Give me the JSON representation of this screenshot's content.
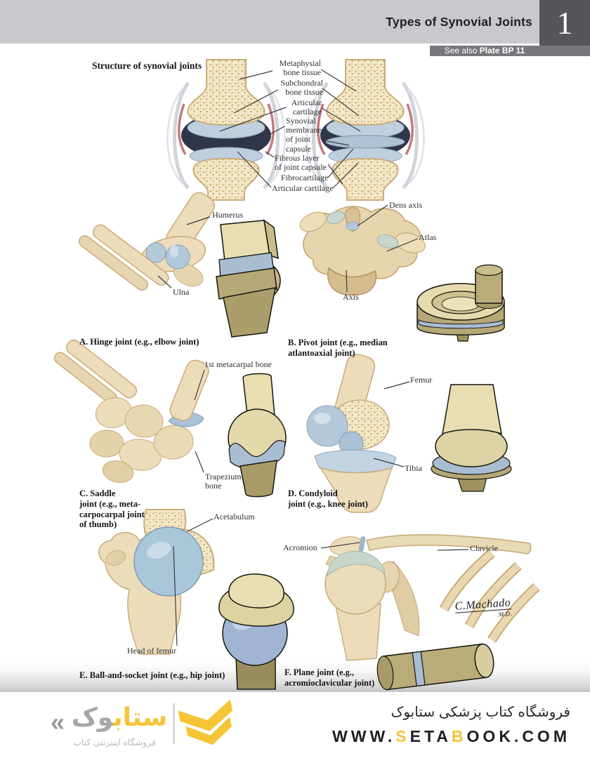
{
  "header": {
    "title": "Types of Synovial Joints",
    "plate_number": "1",
    "see_also_prefix": "See also ",
    "see_also_ref": "Plate BP 11"
  },
  "structure": {
    "title": "Structure of synovial joints",
    "labels": {
      "metaphysial": "Metaphysial\nbone tissue",
      "subchondral": "Subchondral\nbone tissue",
      "articular_upper": "Articular\ncartilage",
      "synovial_membrane": "Synovial\nmembrane\nof joint\ncapsule",
      "fibrous_layer": "Fibrous layer\nof joint capsule",
      "fibrocartilage": "Fibrocartilage",
      "articular_lower": "Articular cartilage"
    }
  },
  "panels": {
    "hinge": {
      "caption": "A. Hinge joint (e.g., elbow joint)",
      "labels": {
        "humerus": "Humerus",
        "ulna": "Ulna"
      }
    },
    "pivot": {
      "caption": "B. Pivot joint (e.g., median\natlantoaxial joint)",
      "labels": {
        "dens_axis": "Dens axis",
        "atlas": "Atlas",
        "axis": "Axis"
      }
    },
    "saddle": {
      "caption": "C. Saddle\njoint (e.g., meta-\ncarpocarpal joint\nof thumb)",
      "labels": {
        "first_metacarpal": "1st metacarpal bone",
        "trapezium": "Trapezium\nbone"
      }
    },
    "condyloid": {
      "caption": "D. Condyloid\njoint (e.g., knee joint)",
      "labels": {
        "femur": "Femur",
        "tibia": "Tibia"
      }
    },
    "ball_and_socket": {
      "caption": "E. Ball-and-socket joint (e.g., hip joint)",
      "labels": {
        "acetabulum": "Acetabulum",
        "head_of_femur": "Head of femur"
      }
    },
    "plane": {
      "caption": "F. Plane joint (e.g.,\nacromioclavicular joint)",
      "labels": {
        "acromion": "Acromion",
        "clavicle": "Clavicle"
      }
    }
  },
  "signature": {
    "artist": "C.Machado",
    "credentials": "M.D."
  },
  "footer": {
    "logo": {
      "left_chevron": "«",
      "wordmark_main": "ستاب",
      "wordmark_tail": "وک",
      "tagline": "فروشگاه اینترنتی کتاب"
    },
    "store_line": "فروشگاه کتاب پزشکی ستابوک",
    "website": {
      "segments": [
        {
          "text": "WWW.",
          "highlight": false
        },
        {
          "text": "S",
          "highlight": true
        },
        {
          "text": "ETA",
          "highlight": false
        },
        {
          "text": "B",
          "highlight": true
        },
        {
          "text": "OOK.COM",
          "highlight": false
        }
      ]
    }
  },
  "colors": {
    "header_band": "#c9c9cd",
    "plate_box": "#56565a",
    "see_also_bar": "#78787c",
    "brand_yellow": "#f5c437",
    "bone_cream": "#ecdcba",
    "trabecular_cream": "#f3e7c6",
    "cartilage_blue": "#b3c9da",
    "joint_cavity_navy": "#31354a",
    "synovial_pink": "#c4797e",
    "schematic_cream": "#e8deb2",
    "schematic_khaki": "#b5a876",
    "schematic_blue": "#a8bdd1"
  }
}
